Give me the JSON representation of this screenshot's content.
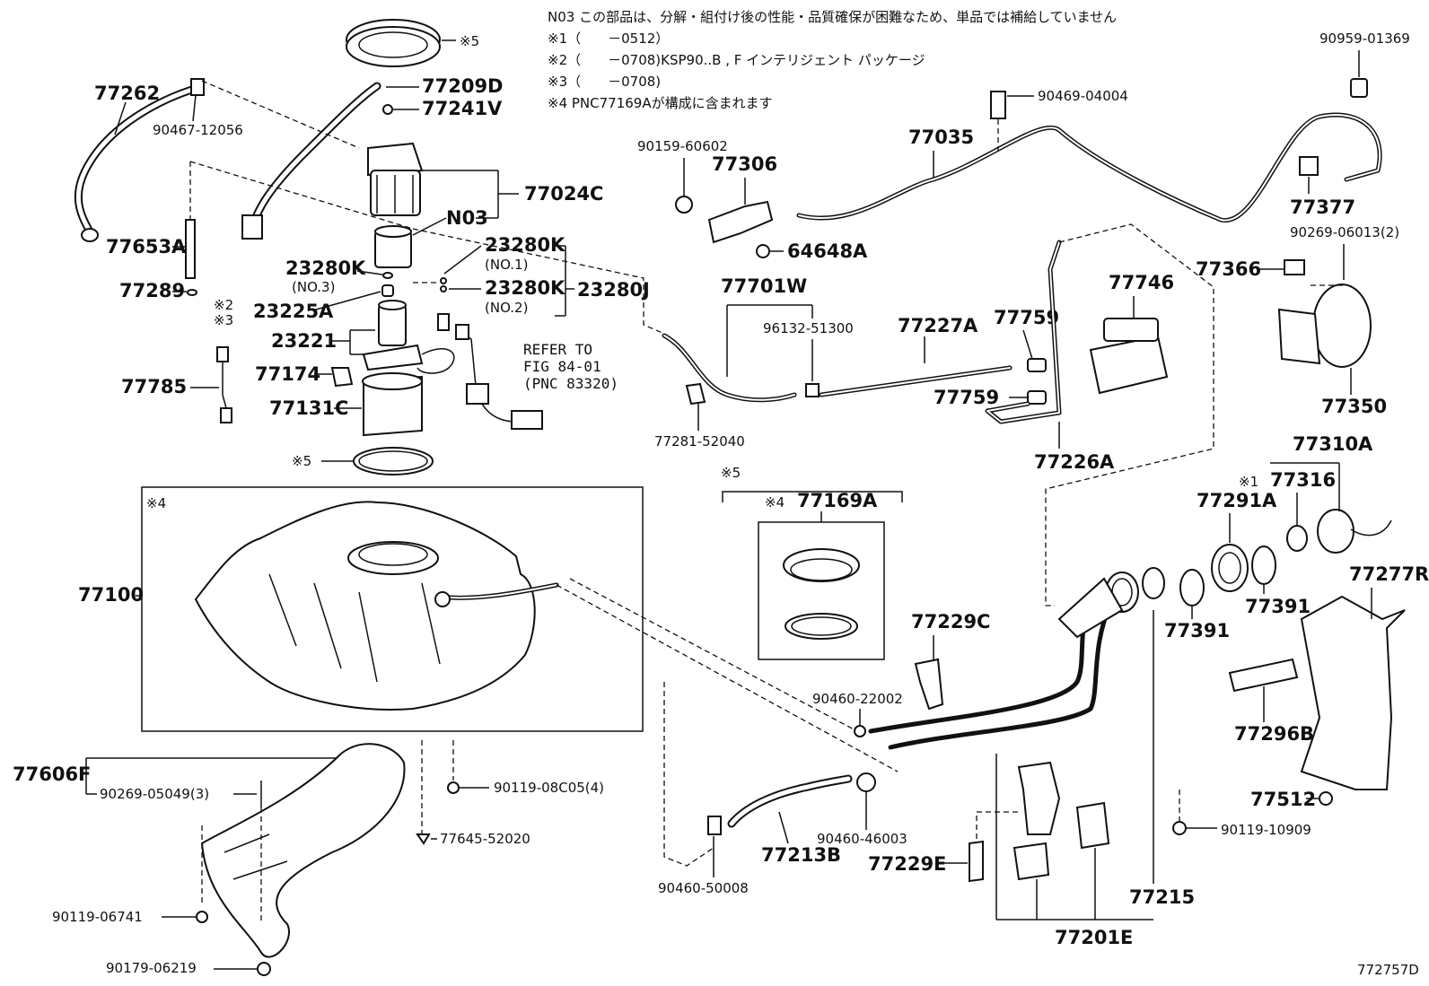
{
  "notes": {
    "n03": "N03 この部品は、分解・組付け後の性能・品質確保が困難なため、単品では補給していません",
    "n1": "※1（　　－0512）",
    "n2": "※2（　　－0708)KSP90..B , F インテリジェント パッケージ",
    "n3": "※3（　　－0708)",
    "n4": "※4 PNC77169Aが構成に含まれます"
  },
  "labels": {
    "ring_note": "※5",
    "tank_note": "※4",
    "note1": "※1",
    "note2": "※2",
    "note3": "※3",
    "n03": "N03",
    "no1": "(NO.1)",
    "no2": "(NO.2)",
    "no3": "(NO.3)",
    "refer_to": "REFER TO",
    "fig": "FIG 84-01",
    "pnc": "(PNC 83320)",
    "p77262": "77262",
    "p90467_12056": "90467-12056",
    "p77209D": "77209D",
    "p77241V": "77241V",
    "p77024C": "77024C",
    "p77653A": "77653A",
    "p77289": "77289",
    "p23280K": "23280K",
    "p23280J": "23280J",
    "p23225A": "23225A",
    "p23221": "23221",
    "p77174": "77174",
    "p77785": "77785",
    "p77131C": "77131C",
    "p77100": "77100",
    "p77606F": "77606F",
    "p90269_05049": "90269-05049(3)",
    "p90119_08C05": "90119-08C05(4)",
    "p77645_52020": "77645-52020",
    "p90119_06741": "90119-06741",
    "p90179_06219": "90179-06219",
    "p90159_60602": "90159-60602",
    "p77306": "77306",
    "p64648A": "64648A",
    "p77035": "77035",
    "p90469_04004": "90469-04004",
    "p90959_01369": "90959-01369",
    "p77377": "77377",
    "p90269_06013": "90269-06013(2)",
    "p77366": "77366",
    "p77350": "77350",
    "p77701W": "77701W",
    "p96132_51300": "96132-51300",
    "p77227A": "77227A",
    "p77759": "77759",
    "p77746": "77746",
    "p77281_52040": "77281-52040",
    "p77226A": "77226A",
    "p77169A": "77169A",
    "p77310A": "77310A",
    "p77316": "77316",
    "p77291A": "77291A",
    "p77391": "77391",
    "p77277R": "77277R",
    "p77229C": "77229C",
    "p90460_22002": "90460-22002",
    "p77296B": "77296B",
    "p77512": "77512",
    "p90119_10909": "90119-10909",
    "p77213B": "77213B",
    "p90460_46003": "90460-46003",
    "p90460_50008": "90460-50008",
    "p77229E": "77229E",
    "p77215": "77215",
    "p77201E": "77201E",
    "figure_number": "772757D"
  }
}
